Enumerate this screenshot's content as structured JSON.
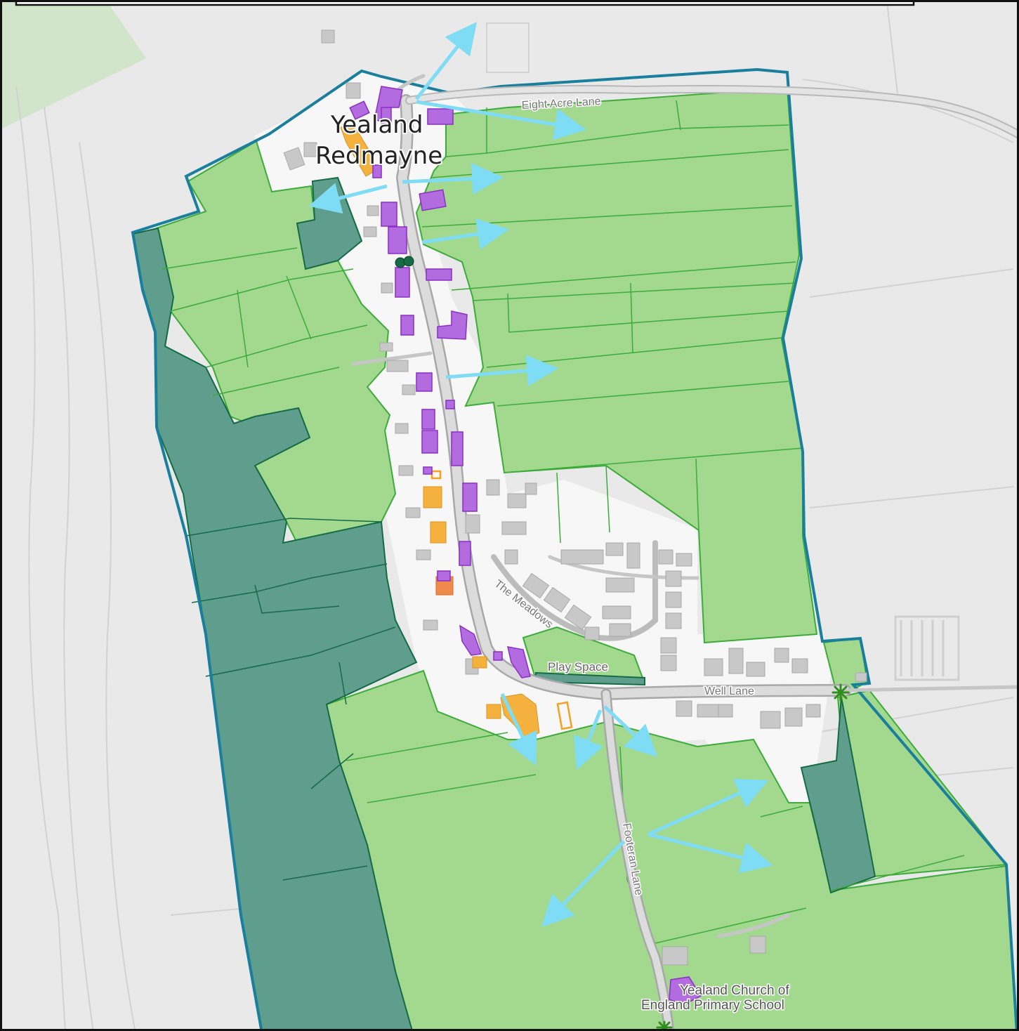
{
  "map": {
    "place_label_line1": "Yealand",
    "place_label_line2": "Redmayne",
    "road_labels": {
      "eight_acre_lane": "Eight Acre Lane",
      "the_meadows": "The Meadows",
      "well_lane": "Well Lane",
      "footeran_lane": "Footeran Lane"
    },
    "poi_labels": {
      "play_space": "Play Space",
      "school_line1": "Yealand Church of",
      "school_line2": "England Primary School"
    },
    "colors": {
      "background": "#e9e9e9",
      "boundary": "#1a7f9c",
      "open_green": "#a3d98f",
      "green_edge": "#3cab3a",
      "woodland": "#5f9e8c",
      "woodland_edge": "#146b45",
      "listed_building": "#b36be0",
      "listed_outline": "#8a2fc4",
      "heritage_building": "#f5b13d",
      "feature_building": "#f08a4b",
      "view_arrow": "#7fdcf5",
      "built_area": "#f7f7f7",
      "building_grey": "#c8c8c8"
    },
    "icons": {
      "tree_point": "twin-tree-dots-icon",
      "spring_marker": "green-star-icon"
    }
  }
}
